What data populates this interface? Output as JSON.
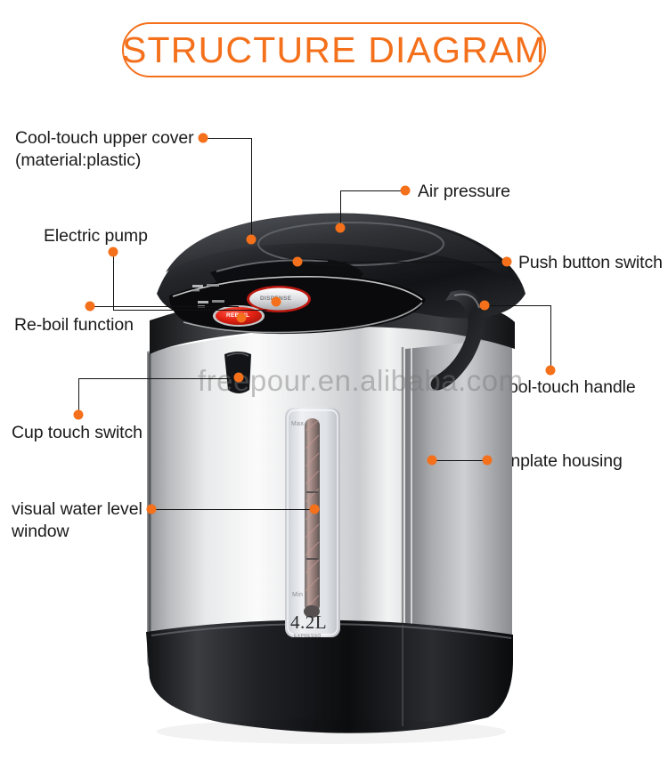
{
  "title": {
    "text": "STRUCTURE DIAGRAM",
    "color": "#F4701B"
  },
  "theme": {
    "accent": "#F4701B",
    "leader_line": "#111111",
    "label_text": "#1a1a1a",
    "background": "#ffffff"
  },
  "watermark": {
    "text": "freepour.en.alibaba.com"
  },
  "callouts": [
    {
      "id": "cool-touch-upper-cover",
      "label": "Cool-touch upper cover\n(material:plastic)"
    },
    {
      "id": "electric-pump",
      "label": "Electric pump"
    },
    {
      "id": "re-boil-function",
      "label": "Re-boil function"
    },
    {
      "id": "cup-touch-switch",
      "label": "Cup touch switch"
    },
    {
      "id": "visual-water-level-window",
      "label": "visual water level\nwindow"
    },
    {
      "id": "air-pressure",
      "label": "Air pressure"
    },
    {
      "id": "push-button-switch",
      "label": "Push button switch"
    },
    {
      "id": "cool-touch-handle",
      "label": "Cool-touch handle"
    },
    {
      "id": "tinplate-housing",
      "label": "Tinplate housing"
    }
  ],
  "product": {
    "capacity_label": "4.2L",
    "capacity_sub": "EXPRESSO",
    "gauge_max": "Max",
    "gauge_min": "Min",
    "reboil_button_label": "REBOIL",
    "dispense_button_label": "DISPENSE"
  }
}
